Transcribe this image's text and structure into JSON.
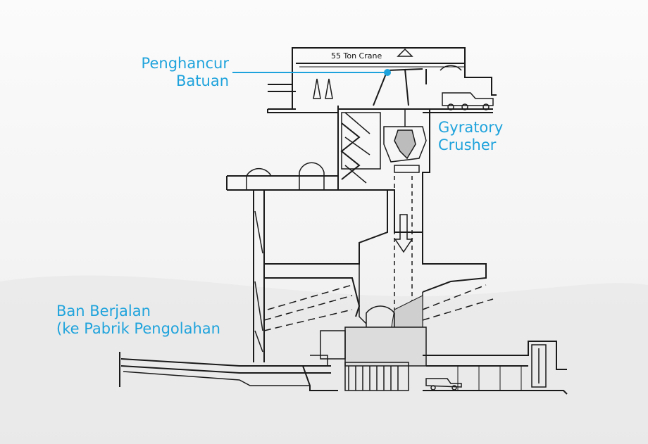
{
  "diagram": {
    "crane_label": "55 Ton Crane",
    "labels": {
      "penghancur": [
        "Penghancur",
        "Batuan"
      ],
      "gyratory": [
        "Gyratory",
        "Crusher"
      ],
      "ban": [
        "Ban Berjalan",
        "(ke Pabrik Pengolahan"
      ]
    },
    "colors": {
      "accent": "#1fa3dc",
      "line": "#1a1a1a",
      "background": "#f6f6f6"
    }
  }
}
